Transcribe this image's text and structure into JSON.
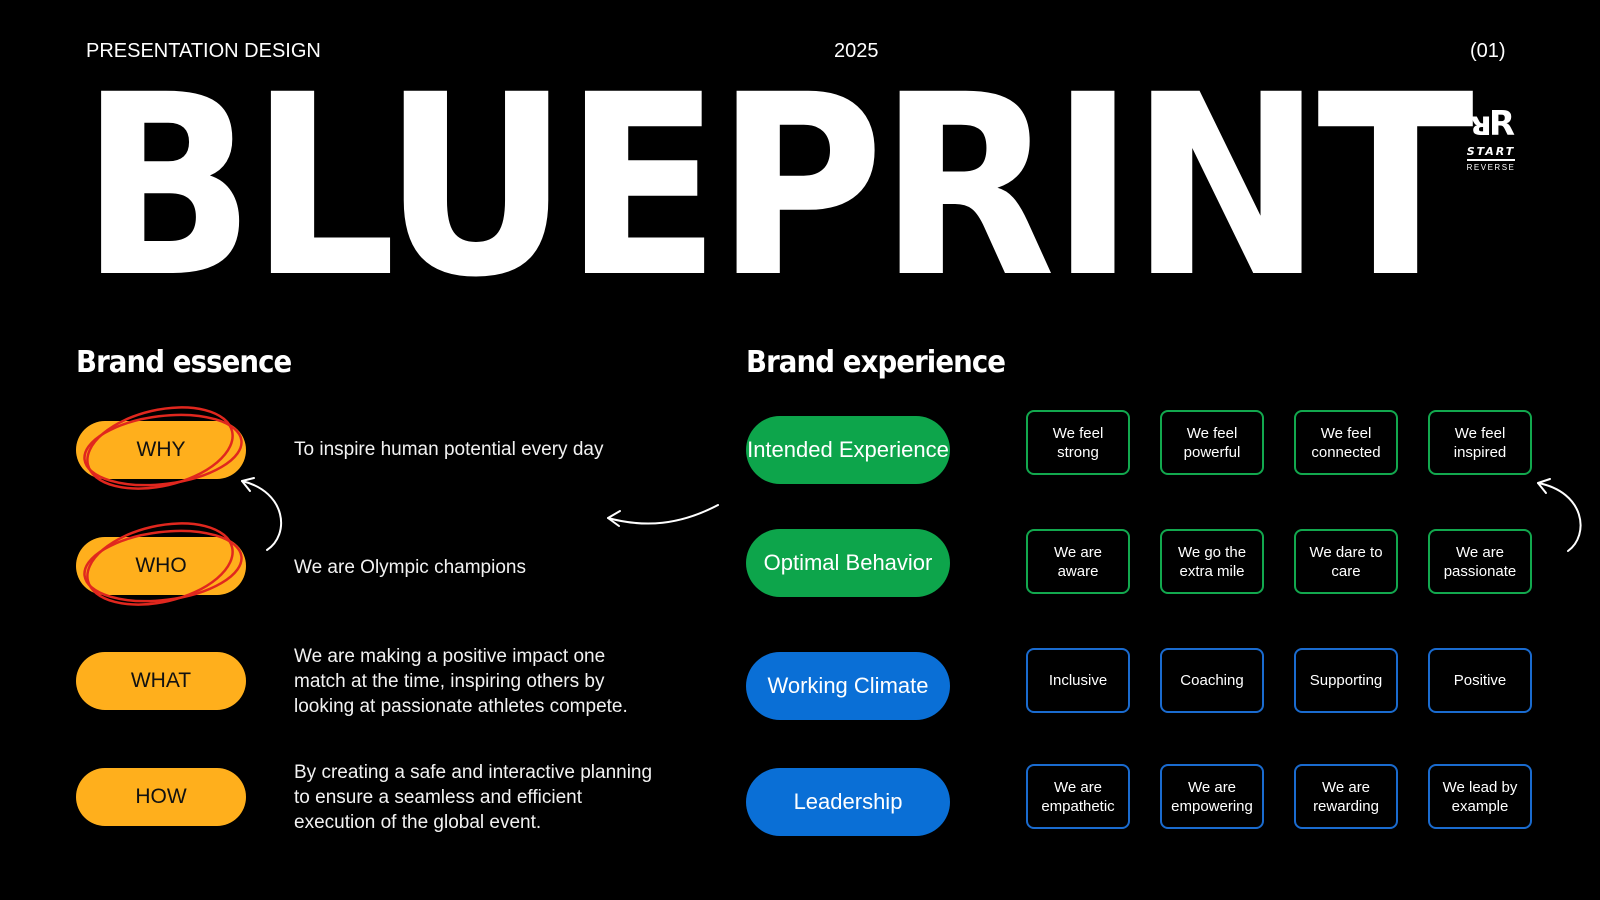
{
  "header": {
    "left": "PRESENTATION DESIGN",
    "center": "2025",
    "right": "(01)"
  },
  "title": "BLUEPRINT",
  "logo": {
    "start": "START",
    "reverse": "REVERSE"
  },
  "brand_essence": {
    "heading": "Brand essence",
    "items": [
      {
        "label": "WHY",
        "text": "To inspire human potential every day",
        "circled": true
      },
      {
        "label": "WHO",
        "text": "We are Olympic champions",
        "circled": true
      },
      {
        "label": "WHAT",
        "text": "We are making a positive impact one match at the time, inspiring others by looking at passionate athletes compete.",
        "circled": false
      },
      {
        "label": "HOW",
        "text": "By creating a safe and interactive planning to ensure a seamless and efficient execution of the global event.",
        "circled": false
      }
    ]
  },
  "brand_experience": {
    "heading": "Brand experience",
    "rows": [
      {
        "label": "Intended Experience",
        "color": "green",
        "boxes": [
          "We feel strong",
          "We feel powerful",
          "We feel connected",
          "We feel inspired"
        ]
      },
      {
        "label": "Optimal Behavior",
        "color": "green",
        "boxes": [
          "We are aware",
          "We go the extra mile",
          "We dare to care",
          "We are passionate"
        ]
      },
      {
        "label": "Working Climate",
        "color": "blue",
        "boxes": [
          "Inclusive",
          "Coaching",
          "Supporting",
          "Positive"
        ]
      },
      {
        "label": "Leadership",
        "color": "blue",
        "boxes": [
          "We are empathetic",
          "We are empowering",
          "We are rewarding",
          "We lead by example"
        ]
      }
    ]
  },
  "colors": {
    "background": "#000000",
    "essence_pill": "#FFAF1C",
    "green": "#0DA54B",
    "green_border": "#12A84E",
    "blue": "#0A6FD6",
    "blue_border": "#1A6BCF",
    "circle": "#E0271E"
  }
}
